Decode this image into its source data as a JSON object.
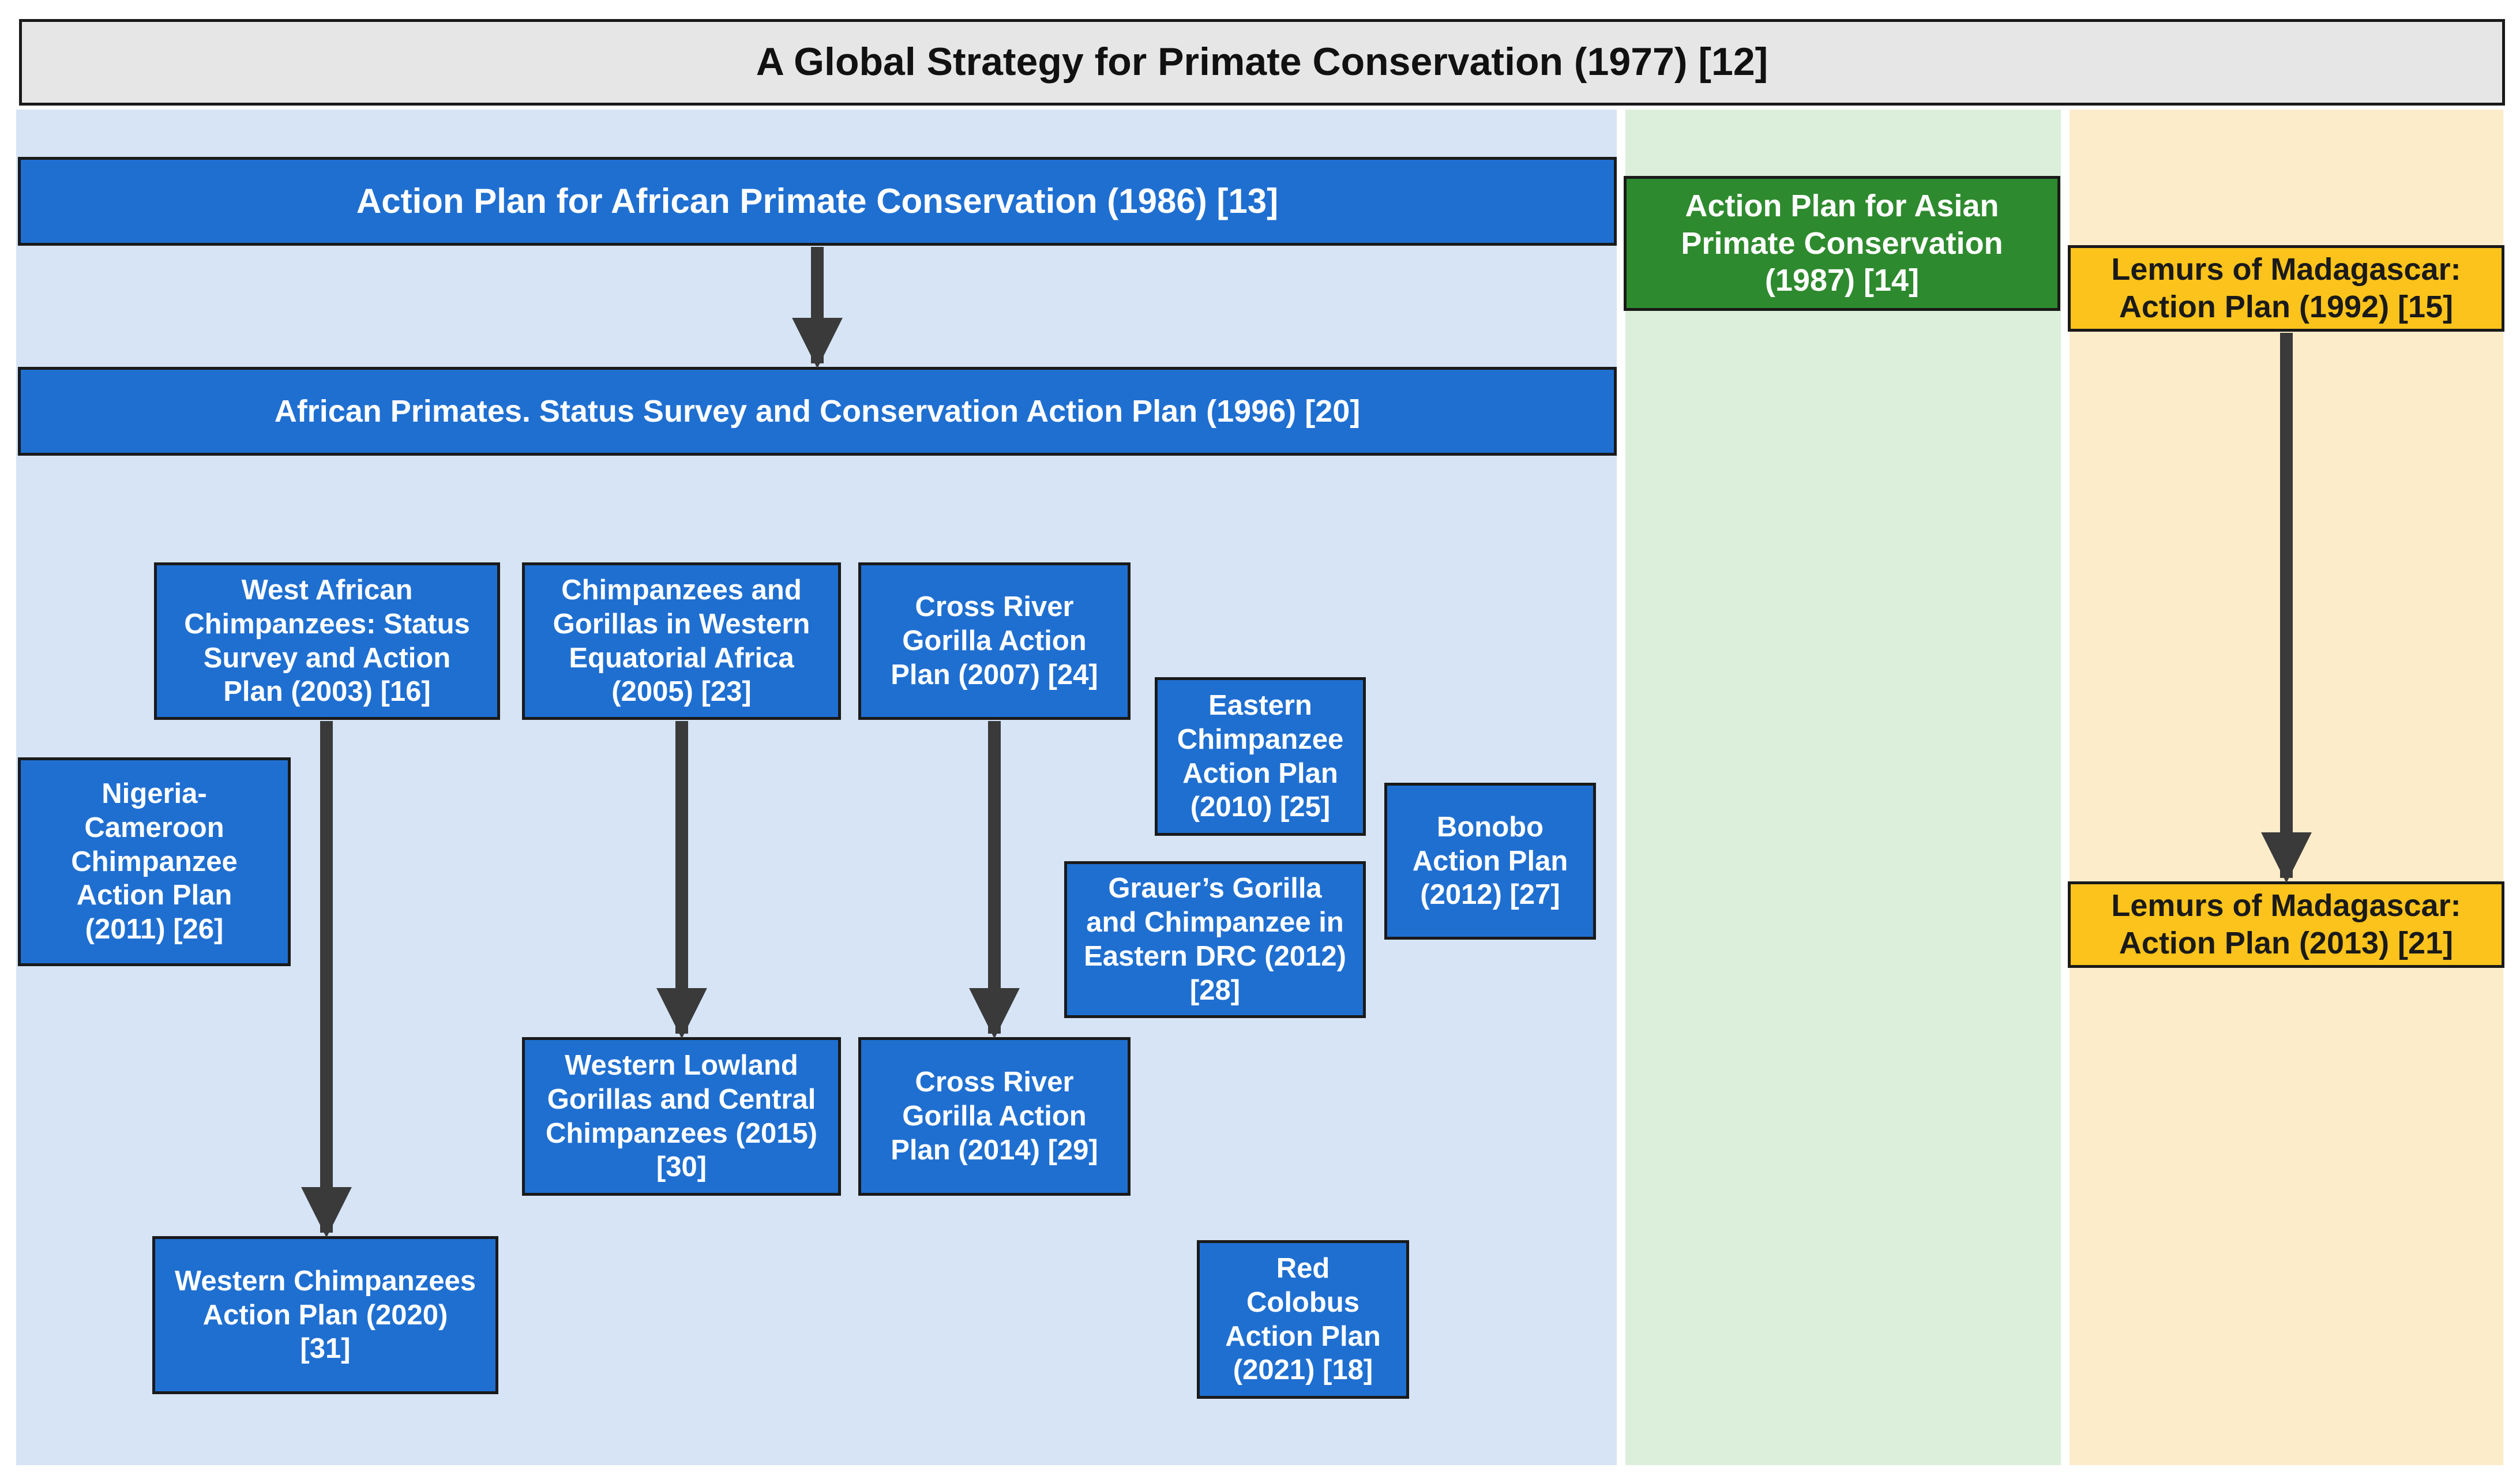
{
  "title": "A Global Strategy for Primate Conservation (1977) [12]",
  "colors": {
    "africa_panel": "#d6e4f6",
    "asia_panel": "#dcefdb",
    "madagascar_panel": "#fcecc9",
    "title_bg": "#e6e6e6",
    "africa_box": "#1f6fd1",
    "asia_box": "#2e8a2e",
    "madagascar_box": "#fbc31b",
    "arrow": "#3a3a3a"
  },
  "africa": {
    "plan_1986": "Action Plan for African Primate Conservation (1986) [13]",
    "plan_1996": "African Primates. Status Survey and Conservation Action Plan (1996) [20]",
    "west_african_2003": "West African\nChimpanzees: Status\nSurvey and Action\nPlan  (2003) [16]",
    "western_equatorial_2005": "Chimpanzees and\nGorillas in Western\nEquatorial Africa\n(2005) [23]",
    "cross_river_2007": "Cross River\nGorilla Action\nPlan (2007) [24]",
    "eastern_chimp_2010": "Eastern\nChimpanzee\nAction Plan\n(2010) [25]",
    "nigeria_cameroon_2011": "Nigeria-\nCameroon\nChimpanzee\nAction Plan\n(2011) [26]",
    "bonobo_2012": "Bonobo\nAction Plan\n(2012) [27]",
    "grauers_2012": "Grauer’s Gorilla\nand Chimpanzee in\nEastern DRC (2012)\n[28]",
    "western_lowland_2015": "Western Lowland\nGorillas and Central\nChimpanzees (2015)\n[30]",
    "cross_river_2014": "Cross River\nGorilla Action\nPlan (2014) [29]",
    "western_chimp_2020": "Western Chimpanzees\nAction Plan  (2020)\n[31]",
    "red_colobus_2021": "Red\nColobus\nAction Plan\n(2021) [18]"
  },
  "asia": {
    "plan_1987": "Action Plan for Asian\nPrimate Conservation\n(1987) [14]"
  },
  "madagascar": {
    "plan_1992": "Lemurs of Madagascar:\nAction Plan (1992) [15]",
    "plan_2013": "Lemurs of Madagascar:\nAction Plan (2013) [21]"
  }
}
